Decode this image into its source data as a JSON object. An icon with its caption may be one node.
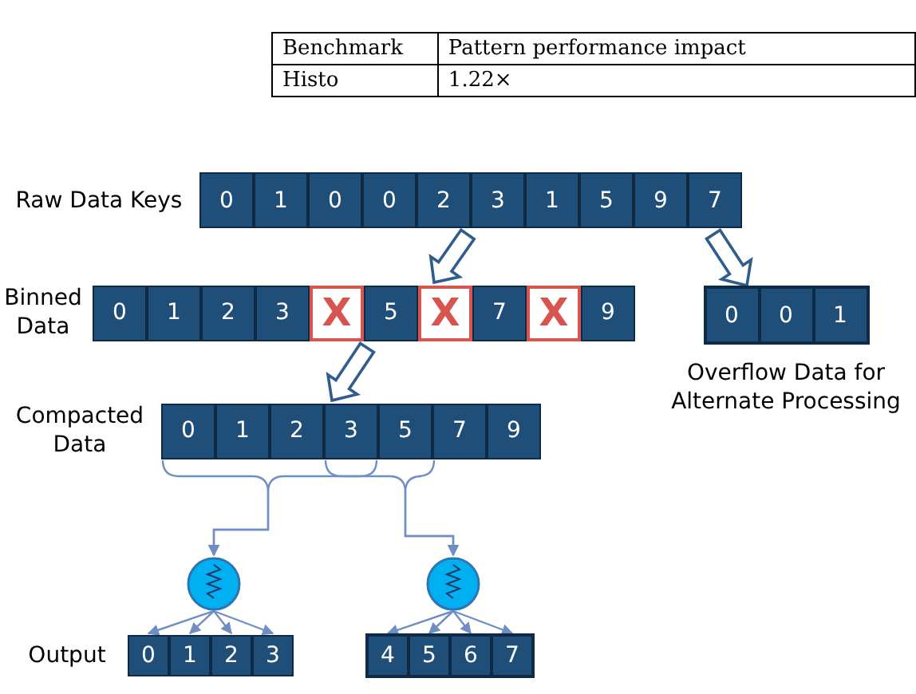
{
  "diagram": {
    "nodes": [
      {
        "text": [
          "Raw Data Keys"
        ]
      },
      {
        "text": [
          "0"
        ],
        "in": 0
      },
      {
        "text": [
          "1"
        ],
        "in": 0
      },
      {
        "text": [
          "0"
        ],
        "in": 0
      },
      {
        "text": [
          "0"
        ],
        "in": 0
      },
      {
        "text": [
          "2"
        ],
        "in": 0
      },
      {
        "text": [
          "3"
        ],
        "in": 0
      },
      {
        "text": [
          "1"
        ],
        "in": 0
      },
      {
        "text": [
          "5"
        ],
        "in": 0
      },
      {
        "text": [
          "9"
        ],
        "in": 0
      },
      {
        "text": [
          "7"
        ],
        "in": 0
      },
      {
        "text": [
          "Binned Data"
        ]
      },
      {
        "text": [
          "0"
        ],
        "in": 11
      },
      {
        "text": [
          "1"
        ],
        "in": 11
      },
      {
        "text": [
          "2"
        ],
        "in": 11
      },
      {
        "text": [
          "3"
        ],
        "in": 11
      },
      {
        "text": [
          "X"
        ],
        "in": 11
      },
      {
        "text": [
          "5"
        ],
        "in": 11
      },
      {
        "text": [
          "X"
        ],
        "in": 11
      },
      {
        "text": [
          "7"
        ],
        "in": 11
      },
      {
        "text": [
          "X"
        ],
        "in": 11
      },
      {
        "text": [
          "9"
        ],
        "in": 11
      },
      {
        "text": [],
        "shape": "box",
        "beside": [
          "Overflow Data for Alternate Processing"
        ]
      },
      {
        "text": [
          "0"
        ],
        "in": 22
      },
      {
        "text": [
          "0"
        ],
        "in": 22
      },
      {
        "text": [
          "1"
        ],
        "in": 22
      },
      {
        "text": [
          "Compacted Data"
        ]
      },
      {
        "text": [
          "0"
        ],
        "in": 26
      },
      {
        "text": [
          "1"
        ],
        "in": 26
      },
      {
        "text": [
          "2"
        ],
        "in": 26
      },
      {
        "text": [
          "3"
        ],
        "in": 26
      },
      {
        "text": [
          "5"
        ],
        "in": 26
      },
      {
        "text": [
          "7"
        ],
        "in": 26
      },
      {
        "text": [
          "9"
        ],
        "in": 26
      },
      {
        "text": [],
        "shape": "circle"
      },
      {
        "text": [],
        "shape": "circle"
      },
      {
        "text": [
          "Output"
        ]
      },
      {
        "text": [
          "0"
        ],
        "in": 36
      },
      {
        "text": [
          "1"
        ],
        "in": 36
      },
      {
        "text": [
          "2"
        ],
        "in": 36
      },
      {
        "text": [
          "3"
        ],
        "in": 36
      },
      {
        "text": [],
        "shape": "box"
      },
      {
        "text": [
          "4"
        ],
        "in": 41
      },
      {
        "text": [
          "5"
        ],
        "in": 41
      },
      {
        "text": [
          "6"
        ],
        "in": 41
      },
      {
        "text": [
          "7"
        ],
        "in": 41
      }
    ],
    "edges": [
      {
        "from": 0,
        "to": 11,
        "arrow": "to"
      },
      {
        "from": 0,
        "to": 22,
        "arrow": "to"
      },
      {
        "from": 11,
        "to": 26,
        "arrow": "to"
      },
      {
        "from": 27,
        "to": 34,
        "arrow": "to"
      },
      {
        "from": 30,
        "to": 34,
        "arrow": "to"
      },
      {
        "from": 30,
        "to": 35,
        "arrow": "to"
      },
      {
        "from": 32,
        "to": 35,
        "arrow": "to"
      },
      {
        "from": 34,
        "to": 37,
        "arrow": "to"
      },
      {
        "from": 34,
        "to": 38,
        "arrow": "to"
      },
      {
        "from": 34,
        "to": 39,
        "arrow": "to"
      },
      {
        "from": 34,
        "to": 40,
        "arrow": "to"
      },
      {
        "from": 35,
        "to": 42,
        "arrow": "to"
      },
      {
        "from": 35,
        "to": 43,
        "arrow": "to"
      },
      {
        "from": 35,
        "to": 44,
        "arrow": "to"
      },
      {
        "from": 35,
        "to": 45,
        "arrow": "to"
      }
    ],
    "labels": [
      "Benchmark",
      "Pattern performance impact",
      "Histo",
      "1.22×"
    ]
  }
}
